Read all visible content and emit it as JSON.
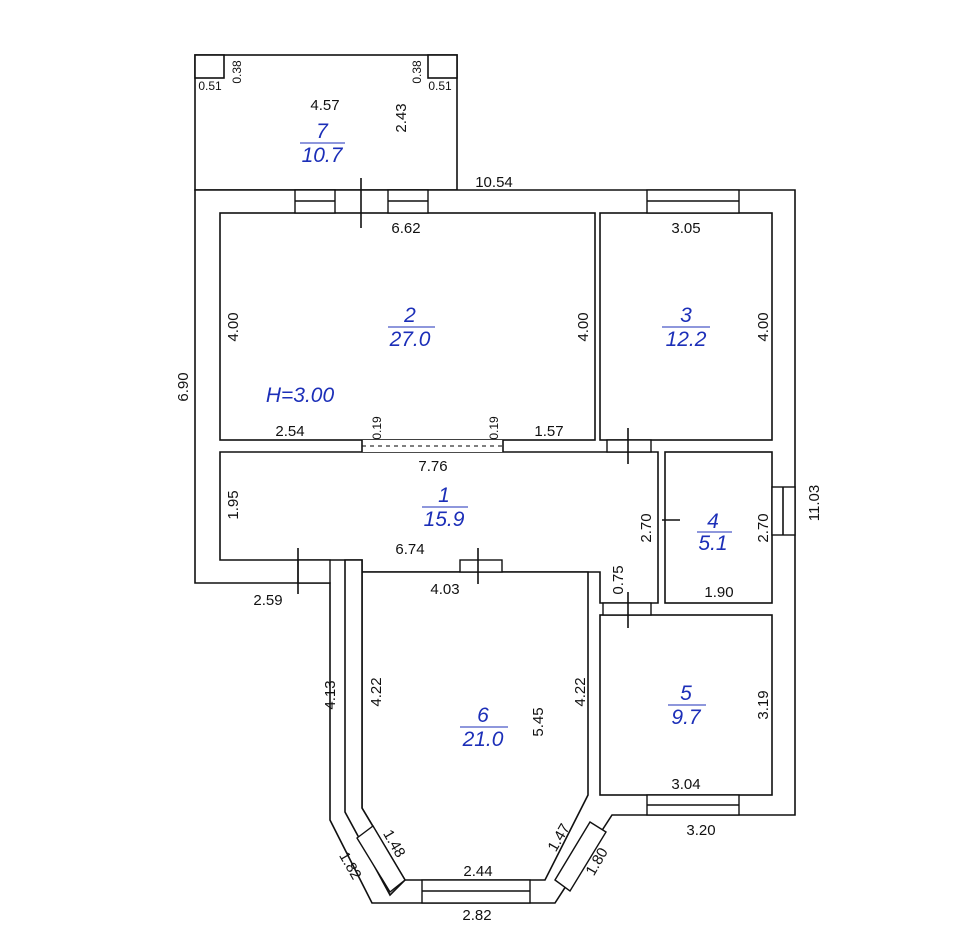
{
  "plan": {
    "ceiling_height": "H=3.00",
    "rooms": [
      {
        "number": "1",
        "area": "15.9"
      },
      {
        "number": "2",
        "area": "27.0"
      },
      {
        "number": "3",
        "area": "12.2"
      },
      {
        "number": "4",
        "area": "5.1"
      },
      {
        "number": "5",
        "area": "9.7"
      },
      {
        "number": "6",
        "area": "21.0"
      },
      {
        "number": "7",
        "area": "10.7"
      }
    ],
    "dimensions": {
      "terrace_corner_w_left": "0.51",
      "terrace_corner_h_left": "0.38",
      "terrace_corner_h_right": "0.38",
      "terrace_corner_w_right": "0.51",
      "terrace_width": "4.57",
      "terrace_depth": "2.43",
      "outer_top": "10.54",
      "room2_width": "6.62",
      "room3_width": "3.05",
      "room2_left_h": "4.00",
      "room2_right_h": "4.00",
      "room3_right_h": "4.00",
      "outer_left": "6.90",
      "partition_left": "2.54",
      "opening_left": "0.19",
      "opening_right": "0.19",
      "partition_right": "1.57",
      "hall_length": "7.76",
      "hall_height": "1.95",
      "room4_left_h": "2.70",
      "room4_right_h": "2.70",
      "outer_right": "11.03",
      "hall_bottom": "6.74",
      "outer_step": "2.59",
      "room6_top": "4.03",
      "passage": "0.75",
      "room4_bottom": "1.90",
      "outer_room6_left": "4.13",
      "room6_left_h": "4.22",
      "room6_depth": "5.45",
      "room6_right_h": "4.22",
      "room5_height": "3.19",
      "room5_width": "3.04",
      "outer_room5_bottom": "3.20",
      "bay_left_inner": "1.48",
      "bay_right_inner": "1.47",
      "bay_left_outer": "1.82",
      "bay_right_outer": "1.80",
      "bay_inner": "2.44",
      "bay_outer": "2.82"
    }
  }
}
